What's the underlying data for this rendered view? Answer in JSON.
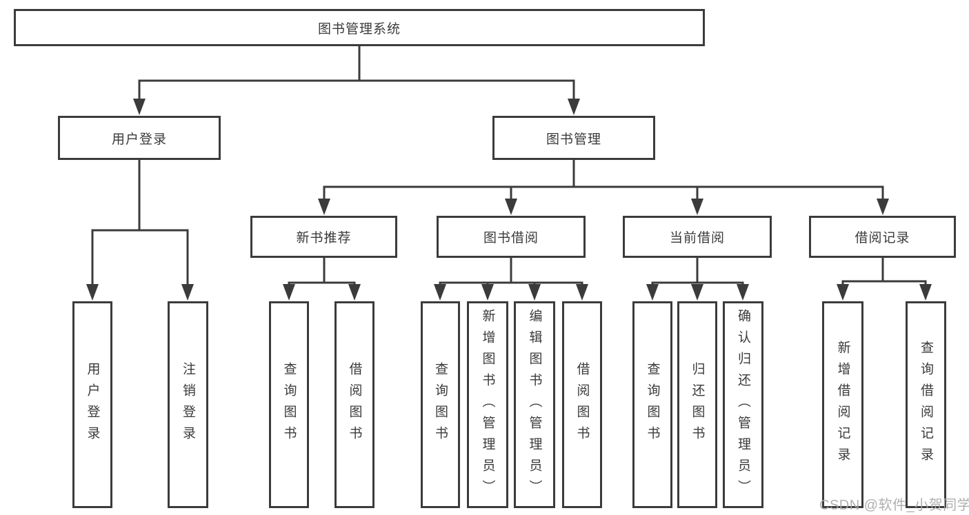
{
  "colors": {
    "line": "#3b3b3b",
    "box_border": "#3b3b3b",
    "text": "#3a3a3a",
    "background": "#ffffff",
    "watermark": "#a9a9a9"
  },
  "watermark": {
    "text": "CSDN @软件_小贺同学"
  },
  "diagram": {
    "type": "hierarchy-tree",
    "root": {
      "label": "图书管理系统"
    },
    "level2": [
      {
        "label": "用户登录",
        "children": [
          {
            "label": "用户登录"
          },
          {
            "label": "注销登录"
          }
        ]
      },
      {
        "label": "图书管理",
        "children": [
          {
            "label": "新书推荐",
            "children": [
              {
                "label": "查询图书"
              },
              {
                "label": "借阅图书"
              }
            ]
          },
          {
            "label": "图书借阅",
            "children": [
              {
                "label": "查询图书"
              },
              {
                "label": "新增图书（管理员）"
              },
              {
                "label": "编辑图书（管理员）"
              },
              {
                "label": "借阅图书"
              }
            ]
          },
          {
            "label": "当前借阅",
            "children": [
              {
                "label": "查询图书"
              },
              {
                "label": "归还图书"
              },
              {
                "label": "确认归还（管理员）"
              }
            ]
          },
          {
            "label": "借阅记录",
            "children": [
              {
                "label": "新增借阅记录"
              },
              {
                "label": "查询借阅记录"
              }
            ]
          }
        ]
      }
    ]
  }
}
